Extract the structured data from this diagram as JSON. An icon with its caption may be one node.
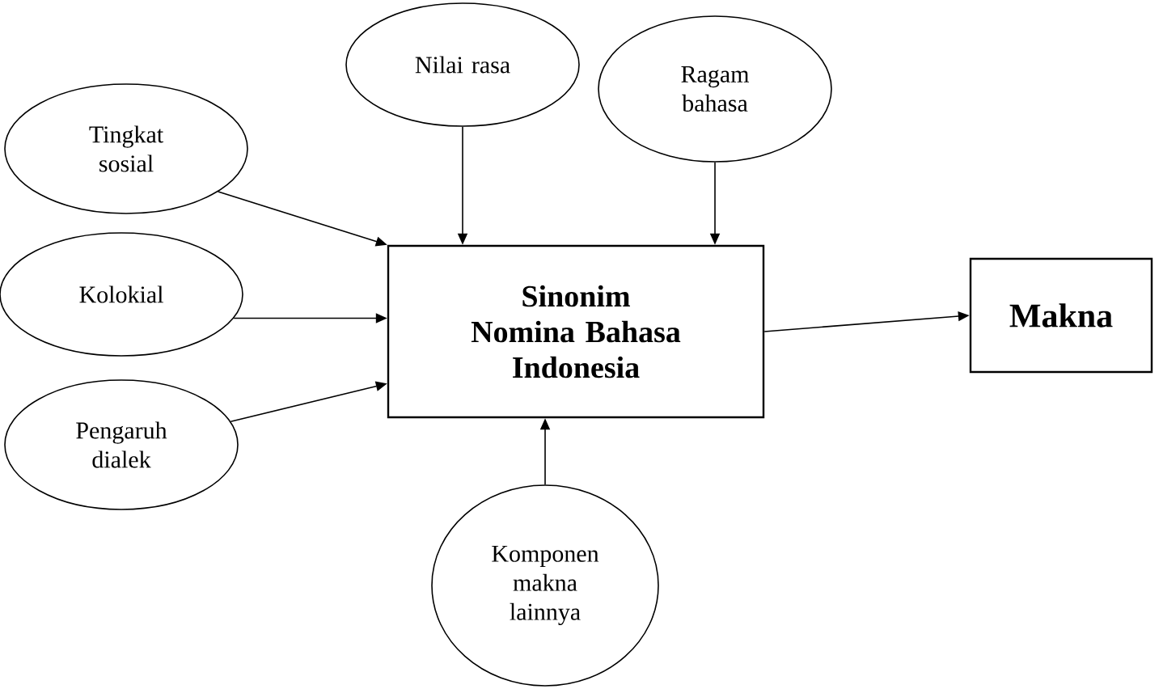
{
  "diagram": {
    "nodes": [
      {
        "text": [
          "Nilai rasa"
        ]
      },
      {
        "text": [
          "Ragam bahasa"
        ]
      },
      {
        "text": [
          "Tingkat sosial"
        ]
      },
      {
        "text": [
          "Kolokial"
        ]
      },
      {
        "text": [
          "Sinonim Nomina Bahasa Indonesia"
        ]
      },
      {
        "text": [
          "Makna"
        ]
      },
      {
        "text": [
          "Pengaruh dialek"
        ]
      },
      {
        "text": [
          "Komponen makna lainnya"
        ]
      }
    ],
    "edges": [
      {
        "from": 0,
        "to": 4,
        "arrow": "to"
      },
      {
        "from": 1,
        "to": 4,
        "arrow": "to"
      },
      {
        "from": 2,
        "to": 4,
        "arrow": "to"
      },
      {
        "from": 3,
        "to": 4,
        "arrow": "to"
      },
      {
        "from": 6,
        "to": 4,
        "arrow": "to"
      },
      {
        "from": 7,
        "to": 4,
        "arrow": "to"
      },
      {
        "from": 4,
        "to": 5,
        "arrow": "to"
      }
    ]
  }
}
